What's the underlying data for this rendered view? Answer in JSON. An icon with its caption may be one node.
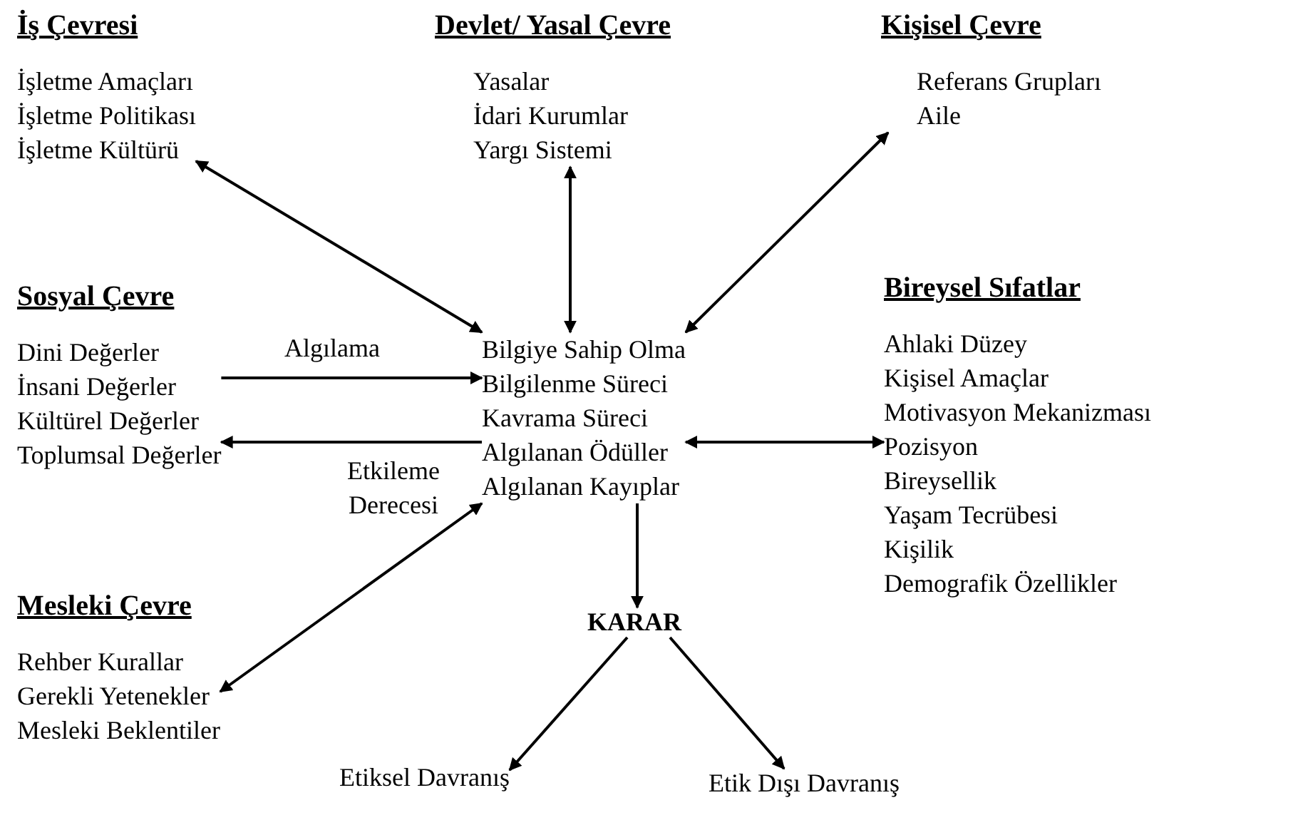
{
  "diagram": {
    "nodes": [
      {
        "text": [
          "İş Çevresi",
          "İşletme Amaçları",
          "İşletme Politikası",
          "İşletme Kültürü"
        ]
      },
      {
        "text": [
          "Devlet/ Yasal Çevre",
          "Yasalar",
          "İdari Kurumlar",
          "Yargı Sistemi"
        ]
      },
      {
        "text": [
          "Kişisel Çevre",
          "Referans Grupları",
          "Aile"
        ]
      },
      {
        "text": [
          "Sosyal Çevre",
          "Dini Değerler",
          "İnsani Değerler",
          "Kültürel Değerler",
          "Toplumsal Değerler"
        ]
      },
      {
        "text": [
          "Bilgiye Sahip Olma",
          "Bilgilenme Süreci",
          "Kavrama Süreci",
          "Algılanan Ödüller",
          "Algılanan Kayıplar"
        ]
      },
      {
        "text": [
          "Bireysel Sıfatlar",
          "Ahlaki Düzey",
          "Kişisel Amaçlar",
          "Motivasyon Mekanizması",
          "Pozisyon",
          "Bireysellik",
          "Yaşam Tecrübesi",
          "Kişilik",
          "Demografik Özellikler"
        ]
      },
      {
        "text": [
          "Mesleki Çevre",
          "Rehber Kurallar",
          "Gerekli Yetenekler",
          "Mesleki Beklentiler"
        ]
      },
      {
        "text": [
          "KARAR"
        ]
      },
      {
        "text": [
          "Etiksel Davranış"
        ]
      },
      {
        "text": [
          "Etik Dışı Davranış"
        ]
      }
    ],
    "edges": [
      {
        "from": 0,
        "to": 4,
        "arrow": "both"
      },
      {
        "from": 1,
        "to": 4,
        "arrow": "both"
      },
      {
        "from": 2,
        "to": 4,
        "arrow": "both"
      },
      {
        "from": 3,
        "to": 4,
        "arrow": "to",
        "label": "Algılama"
      },
      {
        "from": 4,
        "to": 3,
        "arrow": "to",
        "label": "Etkileme Derecesi"
      },
      {
        "from": 4,
        "to": 5,
        "arrow": "both"
      },
      {
        "from": 6,
        "to": 4,
        "arrow": "both"
      },
      {
        "from": 4,
        "to": 7,
        "arrow": "to"
      },
      {
        "from": 7,
        "to": 8,
        "arrow": "to"
      },
      {
        "from": 7,
        "to": 9,
        "arrow": "to"
      }
    ]
  }
}
